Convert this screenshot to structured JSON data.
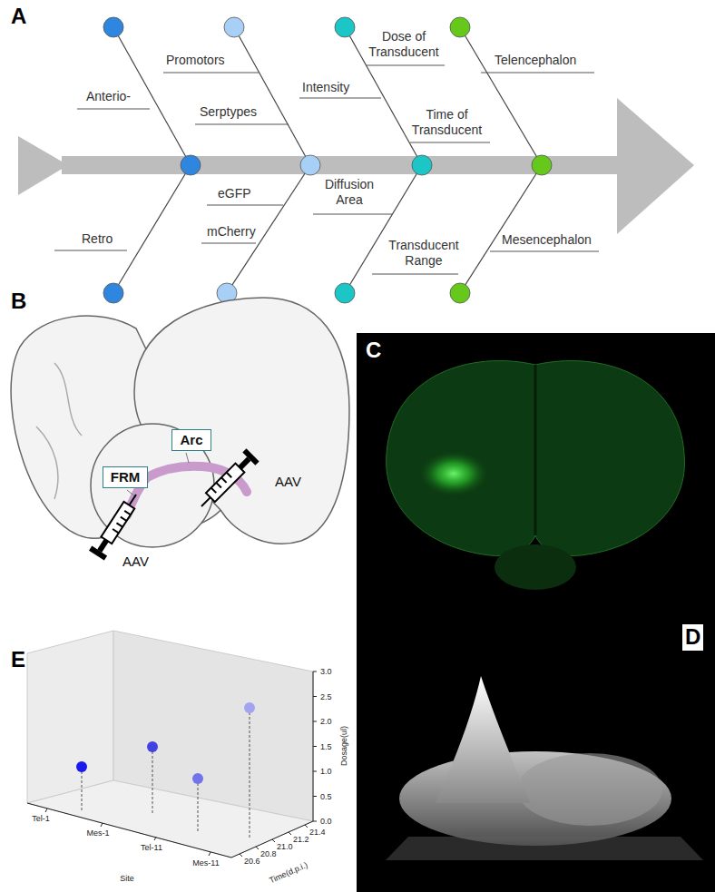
{
  "diagram": {
    "nodes": [
      {
        "text": [
          "Arc"
        ]
      },
      {
        "text": [
          "FRM"
        ]
      }
    ],
    "labels": [
      "A",
      "Anterio-",
      "Promotors",
      "Serptypes",
      "Dose of Transducent",
      "Intensity",
      "Time of Transducent",
      "Telencephalon",
      "Retro",
      "eGFP",
      "mCherry",
      "Diffusion Area",
      "Transducent Range",
      "Mesencephalon",
      "B",
      "AAV",
      "AAV",
      "C",
      "D",
      "E",
      "3.0",
      "2.5",
      "2.0",
      "1.5",
      "1.0",
      "0.5",
      "0.0",
      "Dosage(ul)",
      "Tel-1",
      "Mes-1",
      "Tel-11",
      "Mes-11",
      "Site",
      "20.6",
      "20.8",
      "21.0",
      "21.2",
      "21.4",
      "Time(d.p.i.)"
    ]
  }
}
